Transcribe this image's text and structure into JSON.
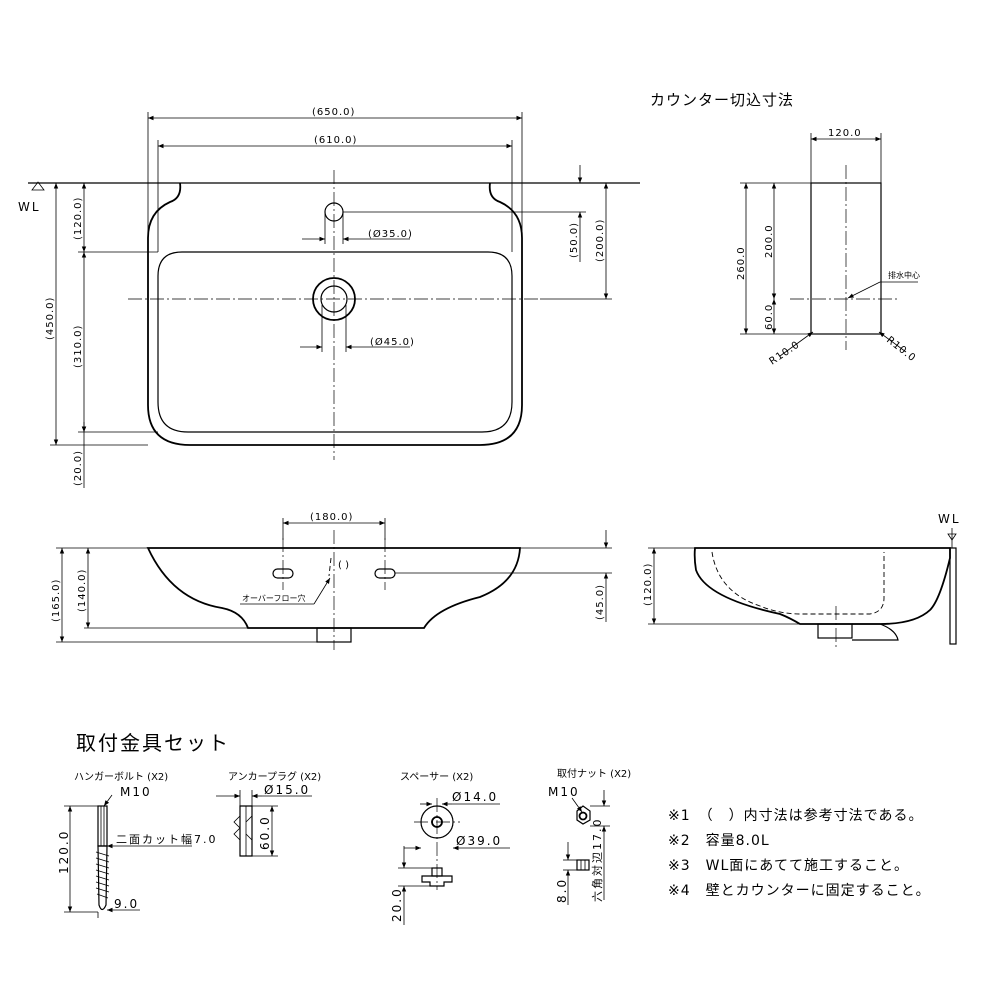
{
  "top_view": {
    "wl_label": "WL",
    "dim_650": "(650.0)",
    "dim_610": "(610.0)",
    "dim_35": "(Ø35.0)",
    "dim_45": "(Ø45.0)",
    "dim_120": "(120.0)",
    "dim_310": "(310.0)",
    "dim_450": "(450.0)",
    "dim_20": "(20.0)",
    "dim_50": "(50.0)",
    "dim_200": "(200.0)"
  },
  "cutout": {
    "title": "カウンター切込寸法",
    "dim_width": "120.0",
    "dim_260": "260.0",
    "dim_200": "200.0",
    "dim_60": "60.0",
    "radius_left": "R10.0",
    "radius_right": "R10.0",
    "drain_center": "排水中心"
  },
  "front_view": {
    "dim_180": "(180.0)",
    "dim_165": "(165.0)",
    "dim_140": "(140.0)",
    "dim_45": "(45.0)",
    "overflow_label": "オーバーフロー穴"
  },
  "side_view": {
    "wl_label": "WL",
    "dim_120": "(120.0)"
  },
  "hardware": {
    "title": "取付金具セット",
    "hanger_bolt": {
      "name": "ハンガーボルト (X2)",
      "m10": "M10",
      "length": "120.0",
      "cut_width": "二面カット幅7.0",
      "dia": "9.0"
    },
    "anchor_plug": {
      "name": "アンカープラグ (X2)",
      "dia": "Ø15.0",
      "length": "60.0"
    },
    "spacer": {
      "name": "スペーサー (X2)",
      "dia_inner": "Ø14.0",
      "dia_outer": "Ø39.0",
      "height": "20.0"
    },
    "nut": {
      "name": "取付ナット (X2)",
      "m10": "M10",
      "height": "8.0",
      "hex": "六角対辺17.0"
    }
  },
  "notes": [
    "※1　（　）内寸法は参考寸法である。",
    "※2　容量8.0L",
    "※3　WL面にあてて施工すること。",
    "※4　壁とカウンターに固定すること。"
  ]
}
